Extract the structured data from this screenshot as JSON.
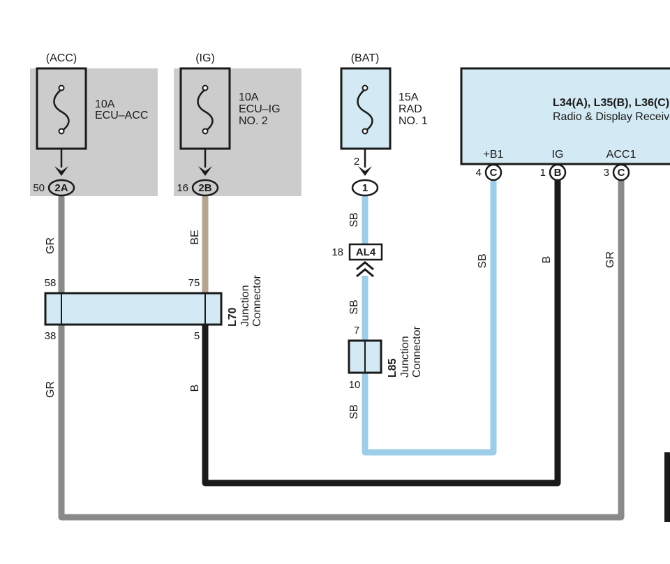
{
  "colors": {
    "fuse_box_bg": "#cccccc",
    "component_fill": "#d3e9f3",
    "wire_GR": "#8a8a8a",
    "wire_BE": "#b5a590",
    "wire_SB": "#9dcde8",
    "wire_B": "#1a1a1a",
    "outline": "#1a1a1a"
  },
  "fuses": [
    {
      "circuit": "(ACC)",
      "amp": "10A",
      "name_line1": "ECU–ACC",
      "name_line2": "",
      "pin": "50",
      "connector": "2A"
    },
    {
      "circuit": "(IG)",
      "amp": "10A",
      "name_line1": "ECU–IG",
      "name_line2": "NO. 2",
      "pin": "16",
      "connector": "2B"
    },
    {
      "circuit": "(BAT)",
      "amp": "15A",
      "name_line1": "RAD",
      "name_line2": "NO. 1",
      "pin": "2",
      "connector": "1"
    }
  ],
  "receiver": {
    "code": "L34(A), L35(B), L36(C)",
    "name": "Radio & Display Receiver",
    "terminals": [
      {
        "label": "+B1",
        "pin": "4",
        "connector": "C"
      },
      {
        "label": "IG",
        "pin": "1",
        "connector": "B"
      },
      {
        "label": "ACC1",
        "pin": "3",
        "connector": "C"
      }
    ]
  },
  "junction_l70": {
    "code": "L70",
    "name_line1": "Junction",
    "name_line2": "Connector",
    "pins": {
      "in_left": "58",
      "in_right": "75",
      "out_left": "38",
      "out_right": "5"
    }
  },
  "junction_l85": {
    "code": "L85",
    "name_line1": "Junction",
    "name_line2": "Connector",
    "pins": {
      "top": "7",
      "bottom": "10"
    }
  },
  "inline_connector": {
    "pin": "18",
    "label": "AL4"
  },
  "wire_labels": {
    "acc_upper": "GR",
    "ig_upper": "BE",
    "bat_upper": "SB",
    "bat_mid": "SB",
    "bat_lower": "SB",
    "acc_lower": "GR",
    "ig_lower": "B",
    "b1_wire": "SB",
    "ig_wire": "B",
    "acc1_wire": "GR"
  }
}
